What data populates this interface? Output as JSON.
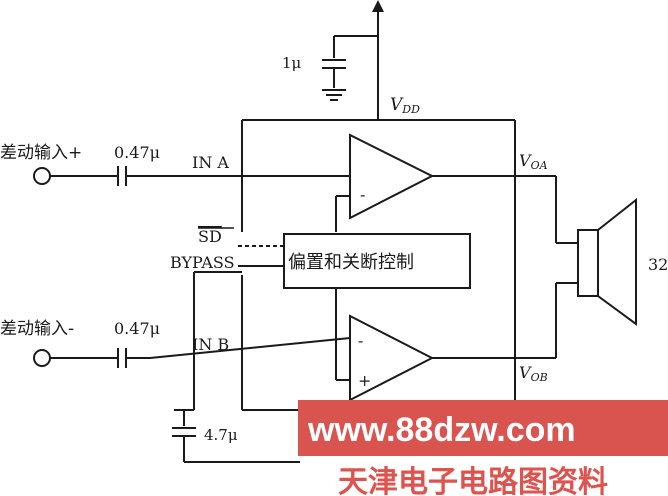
{
  "labels": {
    "cap_supply": "1μ",
    "vdd_v": "V",
    "vdd_sub": "DD",
    "input_pos": "差动输入+",
    "cap_in_a": "0.47μ",
    "in_a": "IN A",
    "sd": "SD",
    "bypass": "BYPASS",
    "control_block": "偏置和关断控制",
    "input_neg": "差动输入-",
    "cap_in_b": "0.47μ",
    "in_b": "IN B",
    "cap_bypass": "4.7μ",
    "voa_v": "V",
    "voa_sub": "OA",
    "vob_v": "V",
    "vob_sub": "OB",
    "speaker_ohms": "32",
    "opamp_a_minus": "-",
    "opamp_a_plus": "+",
    "opamp_b_minus": "-",
    "opamp_b_plus": "+"
  },
  "watermark": {
    "url": "www.88dzw.com",
    "cn": "天津电子电路图资料",
    "banner_color": "#d9534f"
  }
}
